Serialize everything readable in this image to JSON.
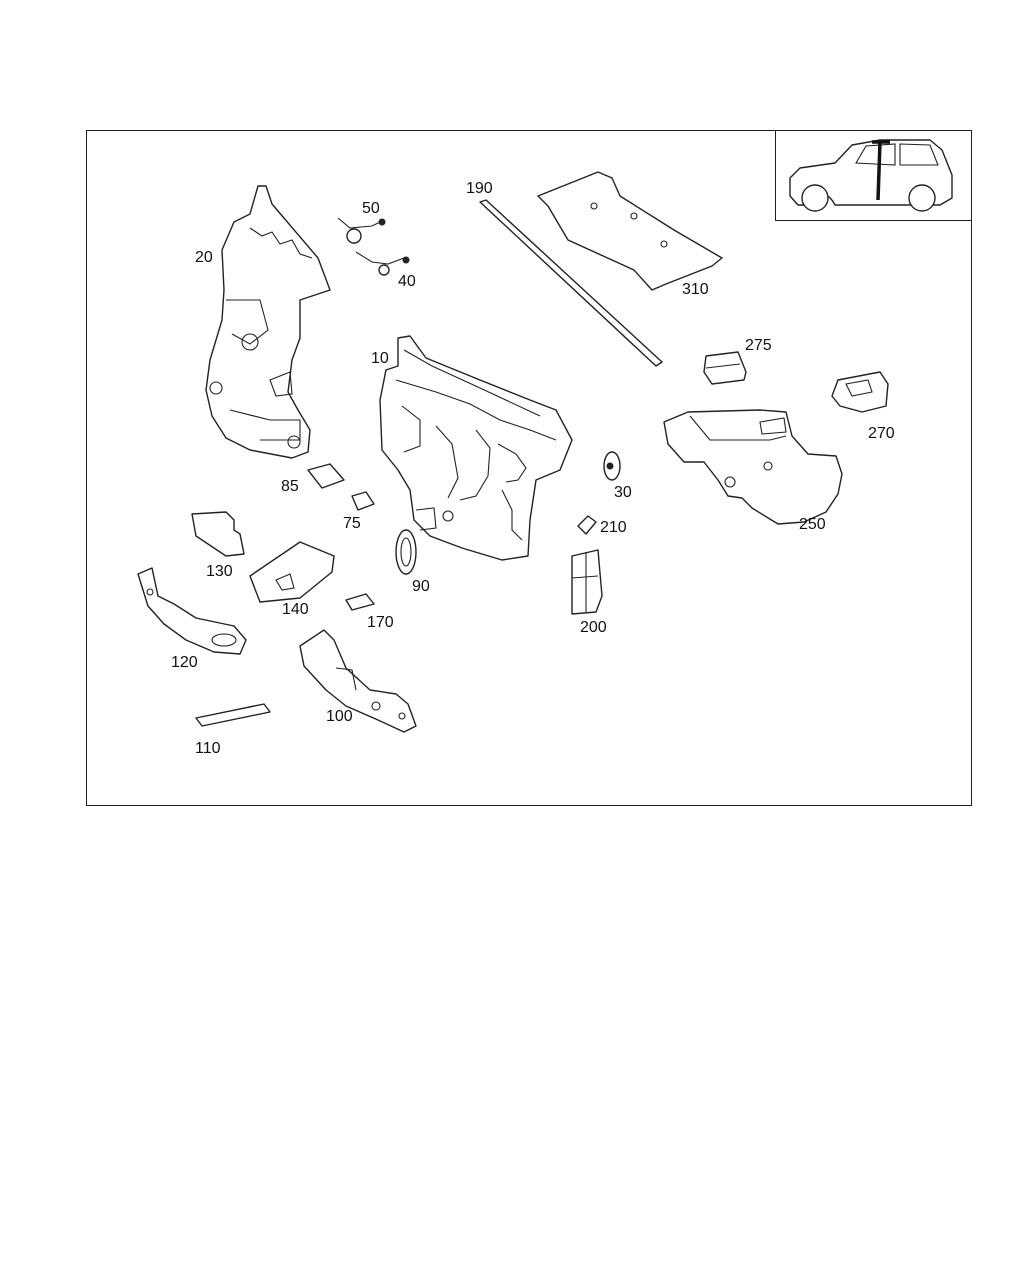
{
  "diagram": {
    "labels": [
      "10",
      "20",
      "30",
      "40",
      "50",
      "75",
      "85",
      "90",
      "100",
      "110",
      "120",
      "130",
      "140",
      "170",
      "190",
      "200",
      "210",
      "250",
      "270",
      "275",
      "310"
    ]
  },
  "icons": {
    "vehicle_inset": "suv-outline-icon"
  },
  "colors": {
    "line": "#222222",
    "background": "#ffffff"
  }
}
